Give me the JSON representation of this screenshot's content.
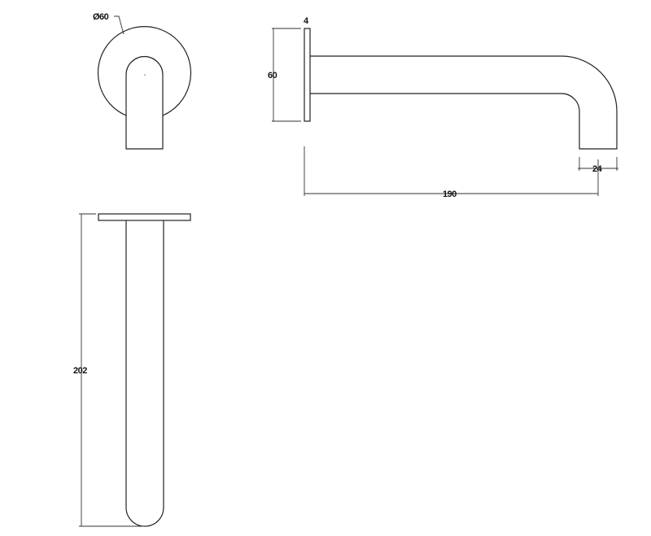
{
  "dimensions": {
    "plate_diameter": "Ø60",
    "plate_height": "60",
    "plate_thickness": "4",
    "spout_length": "190",
    "spout_diameter": "24",
    "total_length": "202"
  },
  "colors": {
    "line": "#222222",
    "background": "#ffffff"
  }
}
